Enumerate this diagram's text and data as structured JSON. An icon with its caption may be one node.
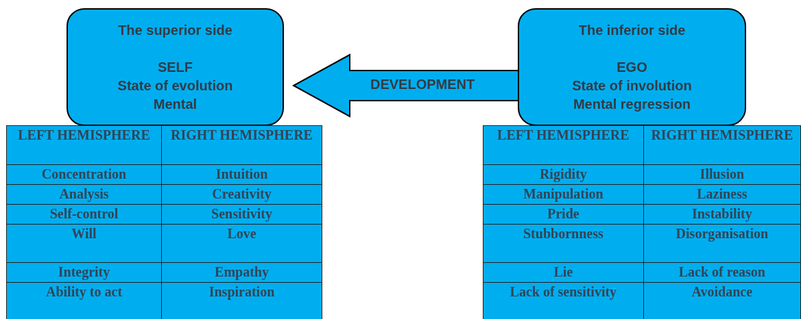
{
  "diagram": {
    "nodes": [
      {
        "text": [
          "The superior side",
          "SELF",
          "State of evolution",
          "Mental"
        ]
      },
      {
        "text": [
          "The inferior side",
          "EGO",
          "State of involution",
          "Mental regression"
        ]
      }
    ],
    "edges": [
      {
        "from": 1,
        "to": 0,
        "arrow": "to",
        "label": "DEVELOPMENT"
      }
    ],
    "labels": [
      "LEFT HEMISPHERE",
      "RIGHT HEMISPHERE",
      "Concentration",
      "Intuition",
      "Analysis",
      "Creativity",
      "Self-control",
      "Sensitivity",
      "Will",
      "Love",
      "Integrity",
      "Empathy",
      "Ability to act",
      "Inspiration",
      "LEFT HEMISPHERE",
      "RIGHT HEMISPHERE",
      "Rigidity",
      "Illusion",
      "Manipulation",
      "Laziness",
      "Pride",
      "Instability",
      "Stubbornness",
      "Disorganisation",
      "Lie",
      "Lack of reason",
      "Lack of sensitivity",
      "Avoidance"
    ]
  }
}
